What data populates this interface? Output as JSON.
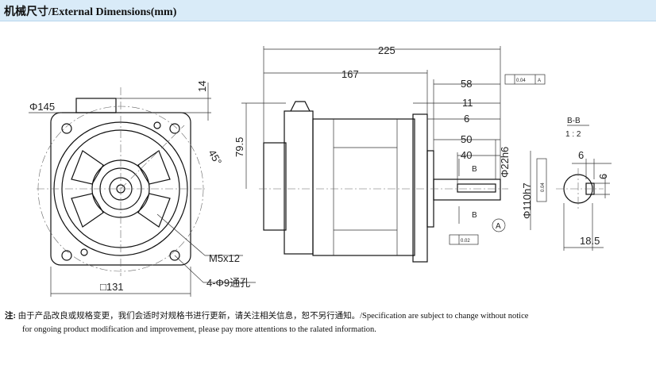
{
  "header": {
    "title": "机械尺寸/External Dimensions(mm)"
  },
  "front_view": {
    "flange_dia": "Φ145",
    "key_height": "14",
    "angle": "45°",
    "screw": "M5x12",
    "holes": "4-Φ9通孔",
    "square": "□131"
  },
  "side_view": {
    "overall_length": "225",
    "body_length": "167",
    "dim_58": "58",
    "dim_11": "11",
    "dim_6": "6",
    "dim_50": "50",
    "dim_40": "40",
    "height_79_5": "79.5",
    "shaft_dia": "Φ22h6",
    "spigot_dia": "Φ110h7",
    "section_mark": "B",
    "datum_a": "A",
    "tol_top": "0.04",
    "tol_mid": "0.04",
    "tol_bottom": "0.02"
  },
  "section_view": {
    "title": "B-B",
    "scale": "1 : 2",
    "key_width": "6",
    "key_depth": "6",
    "shaft_size": "18.5"
  },
  "footnote": {
    "lead": "注:",
    "line1": "由于产品改良或规格变更，我们会适时对规格书进行更新，请关注相关信息，恕不另行通知。/Specification are subject to change without notice",
    "line2": "for ongoing product modification and improvement, please pay more attentions to the ralated information."
  }
}
